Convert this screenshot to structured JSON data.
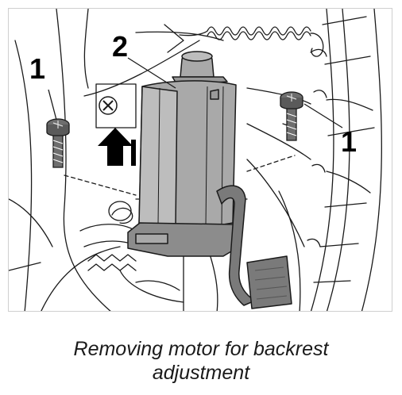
{
  "callouts": {
    "screw_left": "1",
    "motor": "2",
    "screw_right": "1"
  },
  "caption": {
    "line1": "Removing motor for backrest",
    "line2": "adjustment"
  },
  "colors": {
    "motor_fill": "#a9a9a9",
    "motor_shade": "#8c8c8c",
    "connector_fill": "#7a7a7a",
    "screw_fill": "#6e6e6e",
    "line": "#1a1a1a",
    "frame_border": "#cfcfcf"
  },
  "icons": {
    "removal_arrow": "arrow-up-icon"
  }
}
